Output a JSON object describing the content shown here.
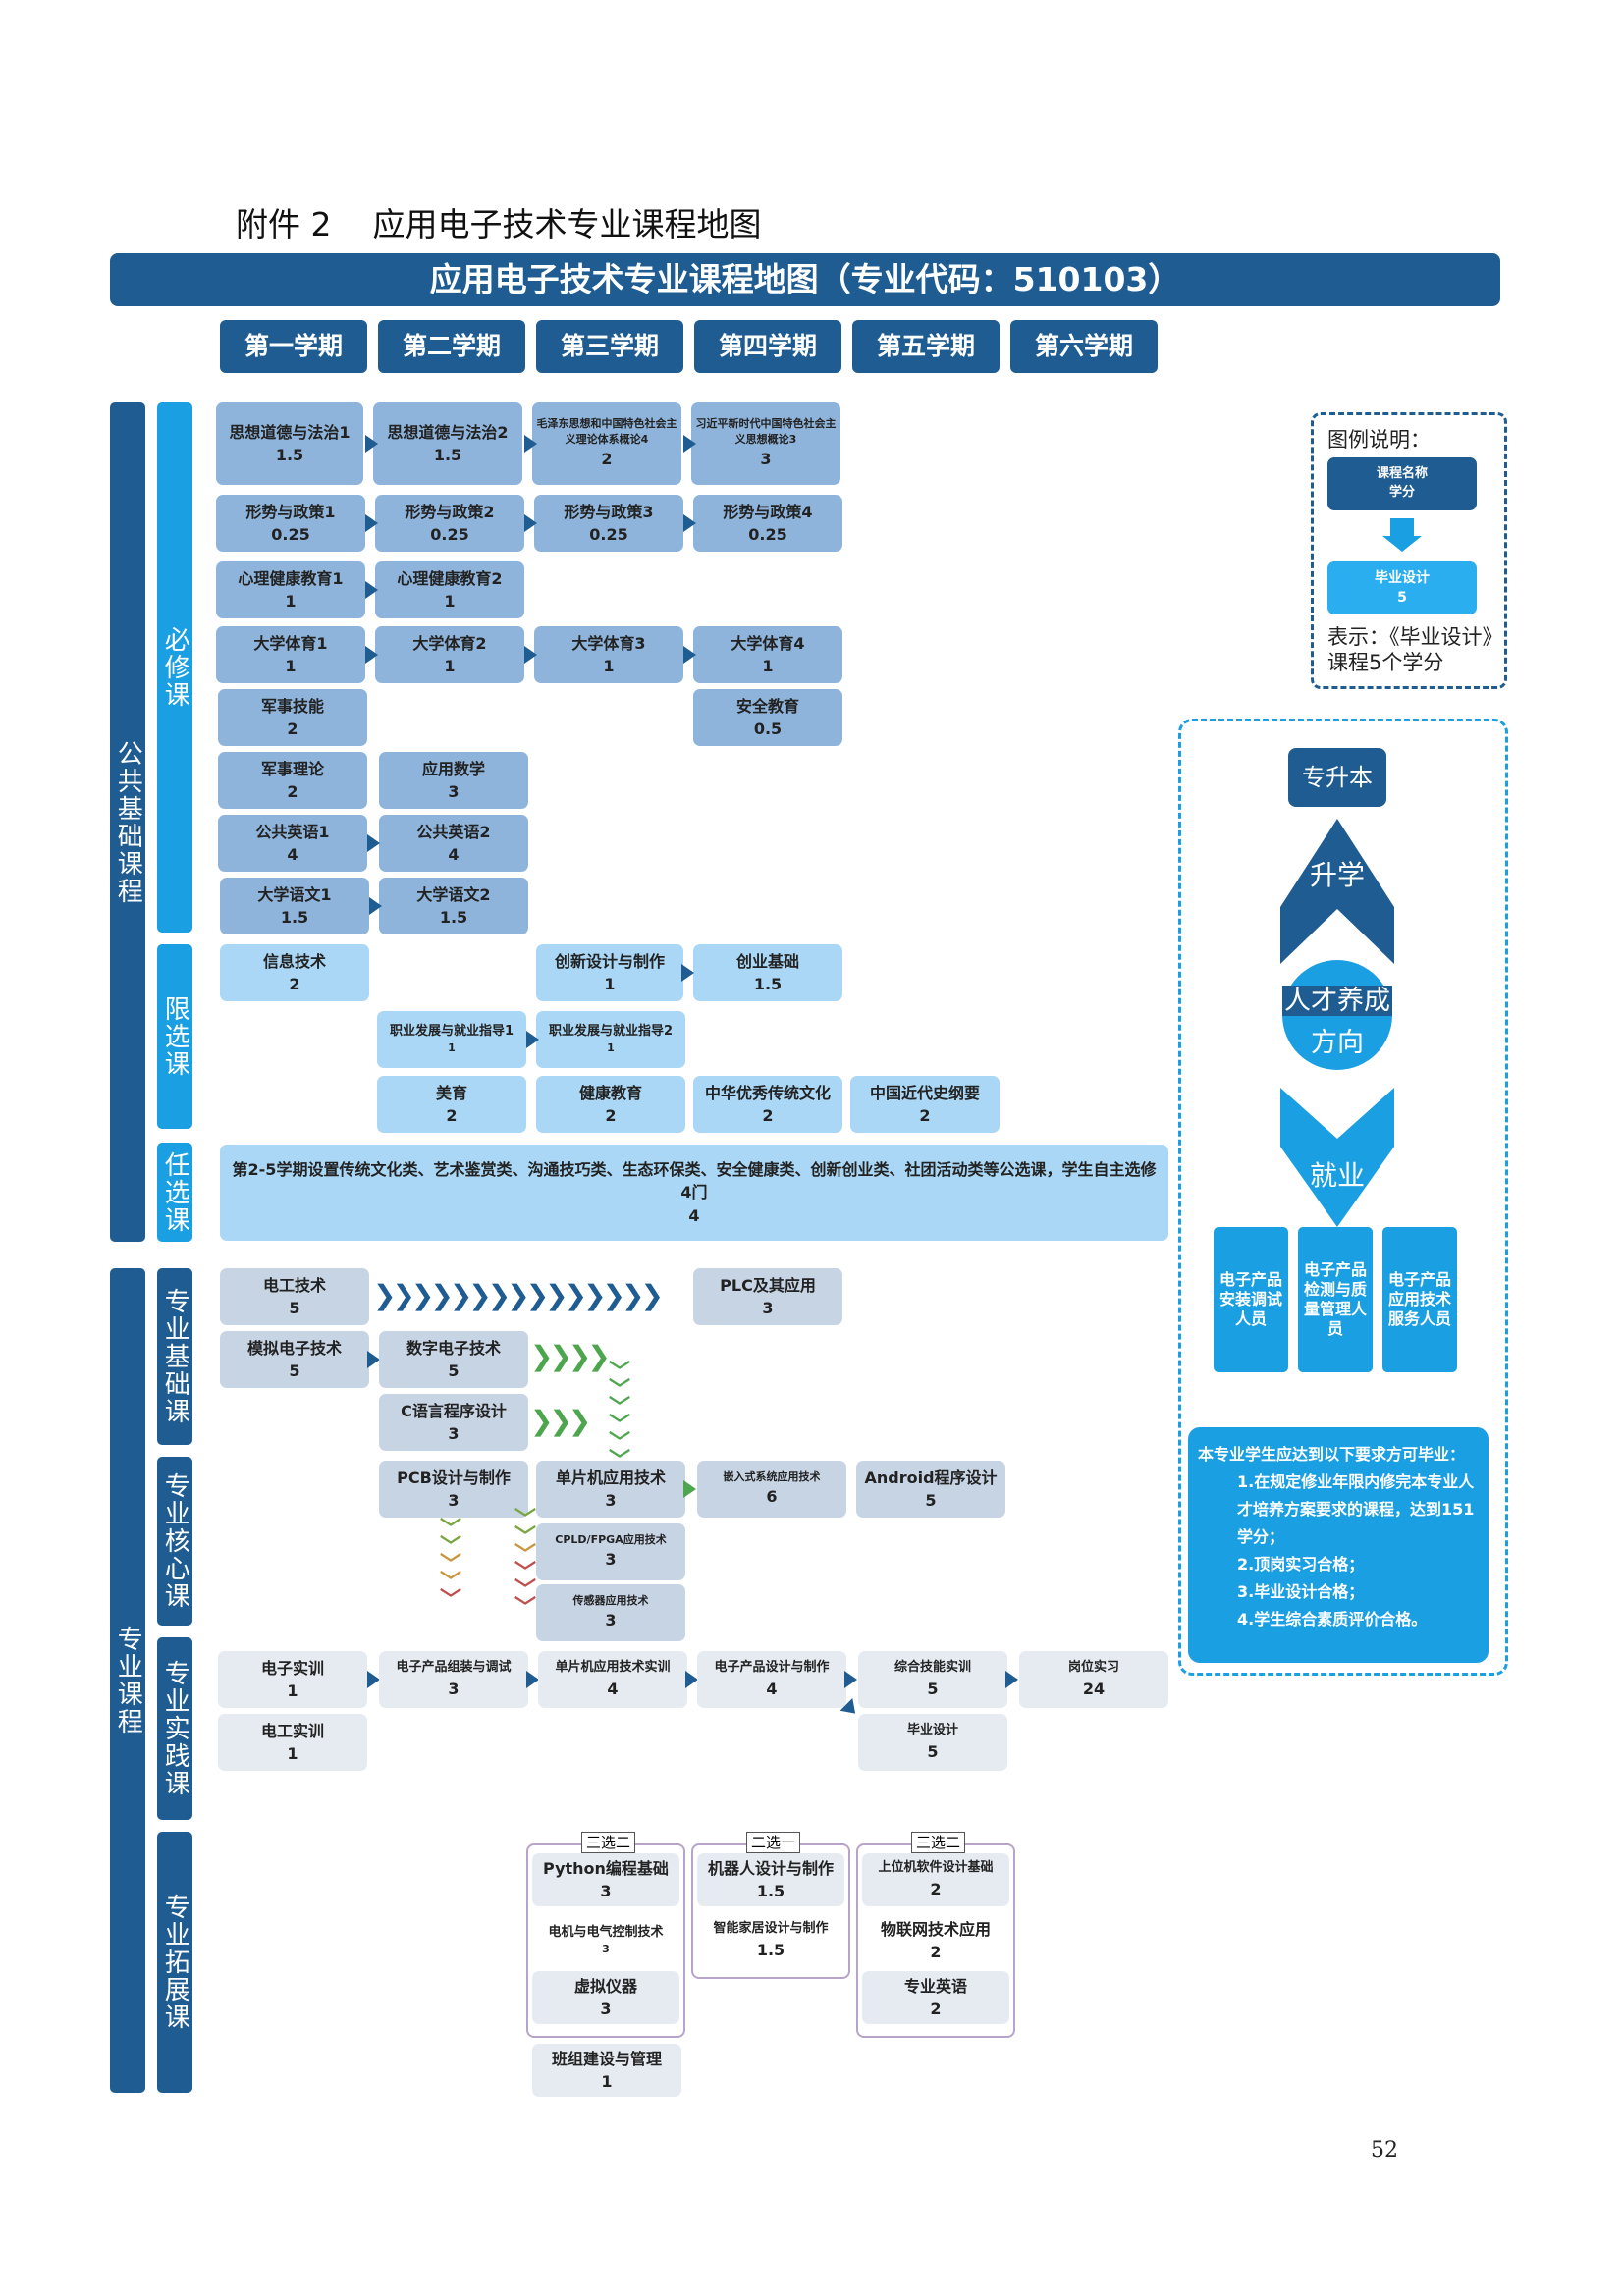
{
  "doc_title": "附件 2    应用电子技术专业课程地图",
  "banner_title": "应用电子技术专业课程地图（专业代码：510103）",
  "semesters": [
    "第一学期",
    "第二学期",
    "第三学期",
    "第四学期",
    "第五学期",
    "第六学期"
  ],
  "categories": {
    "public": "公共基础课程",
    "required": "必修课",
    "limited": "限选课",
    "elective": "任选课",
    "professional": "专业课程",
    "prof_basic": "专业基础课",
    "prof_core": "专业核心课",
    "prof_practice": "专业实践课",
    "prof_extend": "专业拓展课"
  },
  "required_courses": [
    {
      "name": "思想道德与法治1",
      "credit": "1.5"
    },
    {
      "name": "思想道德与法治2",
      "credit": "1.5"
    },
    {
      "name": "毛泽东思想和中国特色社会主义理论体系概论4",
      "credit": "2"
    },
    {
      "name": "习近平新时代中国特色社会主义思想概论3",
      "credit": "3"
    },
    {
      "name": "形势与政策1",
      "credit": "0.25"
    },
    {
      "name": "形势与政策2",
      "credit": "0.25"
    },
    {
      "name": "形势与政策3",
      "credit": "0.25"
    },
    {
      "name": "形势与政策4",
      "credit": "0.25"
    },
    {
      "name": "心理健康教育1",
      "credit": "1"
    },
    {
      "name": "心理健康教育2",
      "credit": "1"
    },
    {
      "name": "大学体育1",
      "credit": "1"
    },
    {
      "name": "大学体育2",
      "credit": "1"
    },
    {
      "name": "大学体育3",
      "credit": "1"
    },
    {
      "name": "大学体育4",
      "credit": "1"
    },
    {
      "name": "军事技能",
      "credit": "2"
    },
    {
      "name": "安全教育",
      "credit": "0.5"
    },
    {
      "name": "军事理论",
      "credit": "2"
    },
    {
      "name": "应用数学",
      "credit": "3"
    },
    {
      "name": "公共英语1",
      "credit": "4"
    },
    {
      "name": "公共英语2",
      "credit": "4"
    },
    {
      "name": "大学语文1",
      "credit": "1.5"
    },
    {
      "name": "大学语文2",
      "credit": "1.5"
    }
  ],
  "limited_courses": [
    {
      "name": "信息技术",
      "credit": "2"
    },
    {
      "name": "创新设计与制作",
      "credit": "1"
    },
    {
      "name": "创业基础",
      "credit": "1.5"
    },
    {
      "name": "职业发展与就业指导1",
      "credit": "1"
    },
    {
      "name": "职业发展与就业指导2",
      "credit": "1"
    },
    {
      "name": "美育",
      "credit": "2"
    },
    {
      "name": "健康教育",
      "credit": "2"
    },
    {
      "name": "中华优秀传统文化",
      "credit": "2"
    },
    {
      "name": "中国近代史纲要",
      "credit": "2"
    }
  ],
  "elective": {
    "text": "第2-5学期设置传统文化类、艺术鉴赏类、沟通技巧类、生态环保类、安全健康类、创新创业类、社团活动类等公选课，学生自主选修4门",
    "credit": "4"
  },
  "prof_courses": [
    {
      "name": "电工技术",
      "credit": "5"
    },
    {
      "name": "PLC及其应用",
      "credit": "3"
    },
    {
      "name": "模拟电子技术",
      "credit": "5"
    },
    {
      "name": "数字电子技术",
      "credit": "5"
    },
    {
      "name": "C语言程序设计",
      "credit": "3"
    },
    {
      "name": "PCB设计与制作",
      "credit": "3"
    },
    {
      "name": "单片机应用技术",
      "credit": "3"
    },
    {
      "name": "嵌入式系统应用技术",
      "credit": "6"
    },
    {
      "name": "Android程序设计",
      "credit": "5"
    },
    {
      "name": "CPLD/FPGA应用技术",
      "credit": "3"
    },
    {
      "name": "传感器应用技术",
      "credit": "3"
    }
  ],
  "practice_courses": [
    {
      "name": "电子实训",
      "credit": "1"
    },
    {
      "name": "电子产品组装与调试",
      "credit": "3"
    },
    {
      "name": "单片机应用技术实训",
      "credit": "4"
    },
    {
      "name": "电子产品设计与制作",
      "credit": "4"
    },
    {
      "name": "综合技能实训",
      "credit": "5"
    },
    {
      "name": "岗位实习",
      "credit": "24"
    },
    {
      "name": "电工实训",
      "credit": "1"
    },
    {
      "name": "毕业设计",
      "credit": "5"
    }
  ],
  "extend_groups": [
    {
      "label": "三选二",
      "courses": [
        {
          "name": "Python编程基础",
          "credit": "3"
        },
        {
          "name": "电机与电气控制技术",
          "credit": "3"
        },
        {
          "name": "虚拟仪器",
          "credit": "3"
        }
      ]
    },
    {
      "label": "二选一",
      "courses": [
        {
          "name": "机器人设计与制作",
          "credit": "1.5"
        },
        {
          "name": "智能家居设计与制作",
          "credit": "1.5"
        }
      ]
    },
    {
      "label": "三选二",
      "courses": [
        {
          "name": "上位机软件设计基础",
          "credit": "2"
        },
        {
          "name": "物联网技术应用",
          "credit": "2"
        },
        {
          "name": "专业英语",
          "credit": "2"
        }
      ]
    }
  ],
  "extend_extra": {
    "name": "班组建设与管理",
    "credit": "1"
  },
  "legend": {
    "title": "图例说明：",
    "sample_name": "课程名称",
    "sample_credit": "学分",
    "example_name": "毕业设计",
    "example_credit": "5",
    "note": "表示：《毕业设计》课程5个学分"
  },
  "career": {
    "upgrade": "专升本",
    "further": "升学",
    "center_line1": "人才养成",
    "center_line2": "方向",
    "employ": "就业",
    "jobs": [
      "电子产品安装调试人员",
      "电子产品检测与质量管理人员",
      "电子产品应用技术服务人员"
    ],
    "req_title": "本专业学生应达到以下要求方可毕业：",
    "req_items": [
      "1.在规定修业年限内修完本专业人才培养方案要求的课程，达到151学分；",
      "2.顶岗实习合格；",
      "3.毕业设计合格；",
      "4.学生综合素质评价合格。"
    ]
  },
  "page_number": "52"
}
